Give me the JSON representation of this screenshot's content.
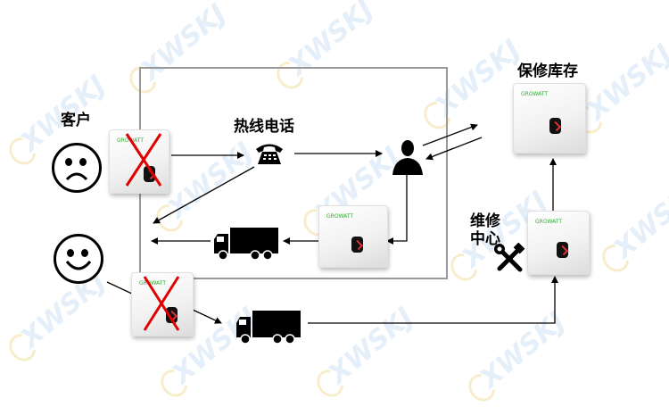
{
  "labels": {
    "customer": "客户",
    "hotline": "热线电话",
    "warranty_stock": "保修库存",
    "repair_center_line1": "维修",
    "repair_center_line2": "中心"
  },
  "watermark": "XWSKJ",
  "inverter_brand": "GROWATT",
  "icons": {
    "sad_face": "sad-face-icon",
    "happy_face": "happy-face-icon",
    "phone": "telephone-icon",
    "person": "person-icon",
    "truck": "truck-icon",
    "tools": "tools-icon",
    "cross": "red-x-icon"
  },
  "colors": {
    "frame": "#999999",
    "cross": "#e00000",
    "arrow": "#000000",
    "watermark": "#cfe3f5"
  }
}
